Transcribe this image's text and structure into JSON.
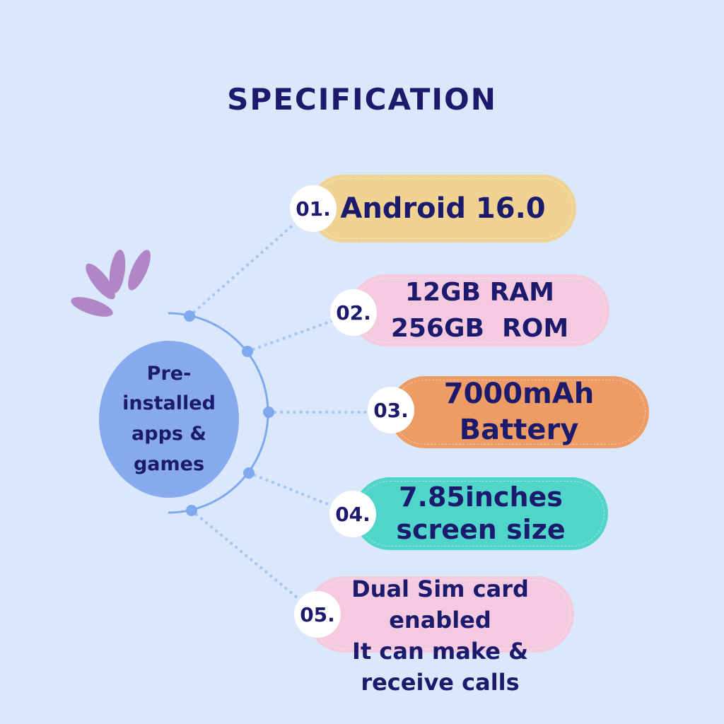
{
  "title": "SPECIFICATION",
  "center_topic": {
    "lines": [
      "Pre-",
      "installed",
      "apps &",
      "games"
    ]
  },
  "spec_items": [
    {
      "number": "01.",
      "lines": [
        "Android 16.0"
      ]
    },
    {
      "number": "02.",
      "lines": [
        "12GB RAM",
        "256GB  ROM"
      ]
    },
    {
      "number": "03.",
      "lines": [
        "7000mAh",
        "Battery"
      ]
    },
    {
      "number": "04.",
      "lines": [
        "7.85inches",
        "screen size"
      ]
    },
    {
      "number": "05.",
      "lines": [
        "Dual Sim card",
        "enabled",
        "It can make &",
        "receive calls"
      ]
    }
  ],
  "colors": {
    "page-bg": "#dbe7fa",
    "text-navy": "#1b1a6d",
    "pill-1": "#f0d292",
    "pill-2": "#f5c9df",
    "pill-3": "#ec9c64",
    "pill-4": "#4fd5c9",
    "pill-5": "#f5c9df",
    "center-circle": "#86aaed",
    "arc-line": "#7ea9ee",
    "connector-dot": "#a9c6f3",
    "petal": "#b186c7",
    "badge-bg": "#ffffff"
  }
}
